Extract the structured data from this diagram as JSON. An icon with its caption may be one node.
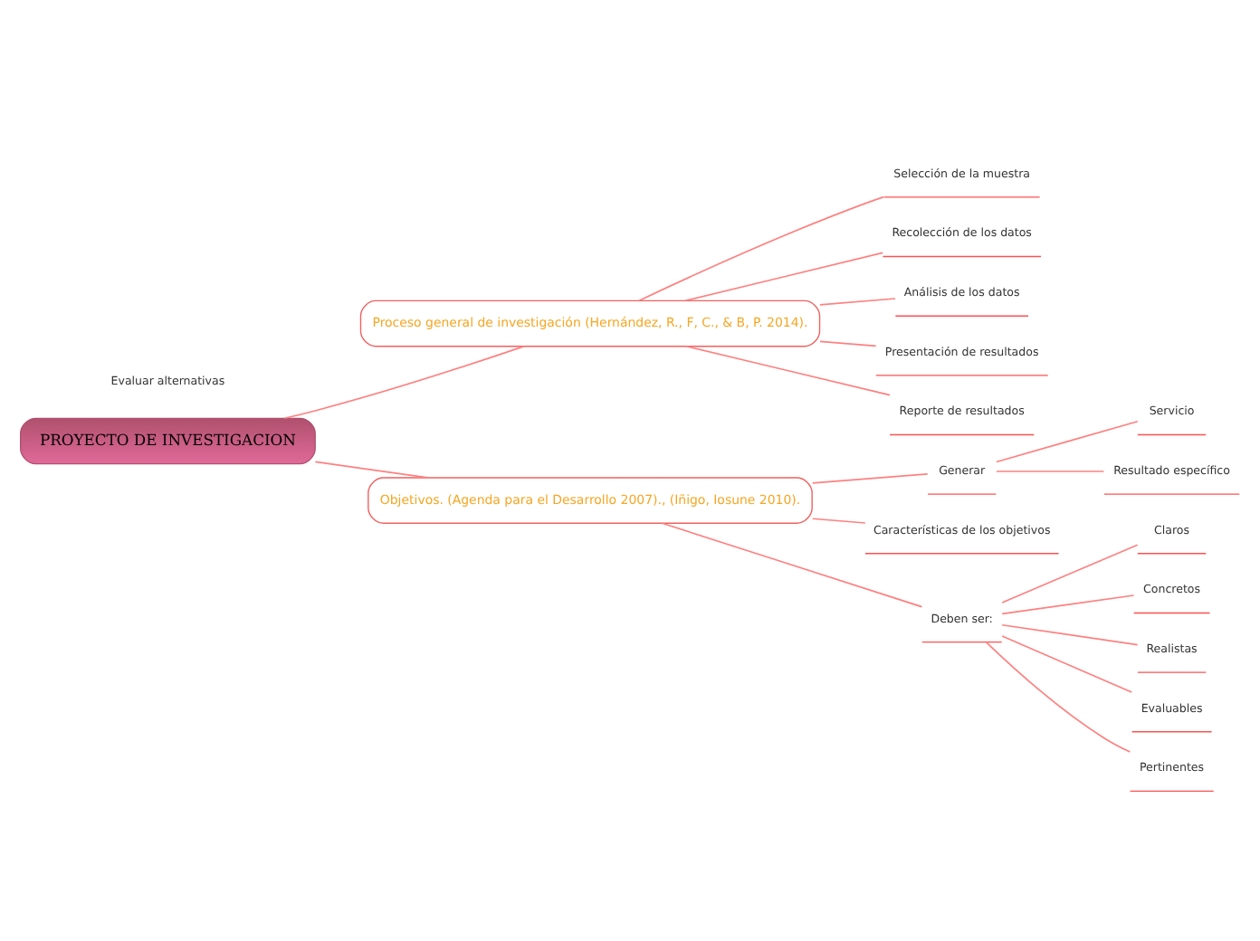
{
  "diagram": {
    "nodes": [
      {
        "text": [
          "PROYECTO DE INVESTIGACION"
        ]
      },
      {
        "text": [
          "Proceso general de investigación (Hernández, R., F, C., & B, P. 2014)."
        ]
      },
      {
        "text": [
          "Objetivos. (Agenda para el Desarrollo 2007)., (Iñigo, Iosune 2010)."
        ]
      },
      {
        "text": [
          "Selección de la muestra"
        ]
      },
      {
        "text": [
          "Recolección de los datos"
        ]
      },
      {
        "text": [
          "Análisis de los datos"
        ]
      },
      {
        "text": [
          "Presentación de resultados"
        ]
      },
      {
        "text": [
          "Reporte de resultados"
        ]
      },
      {
        "text": [
          "Generar"
        ]
      },
      {
        "text": [
          "Servicio"
        ]
      },
      {
        "text": [
          "Resultado específico"
        ]
      },
      {
        "text": [
          "Características de los objetivos"
        ]
      },
      {
        "text": [
          "Deben ser:"
        ]
      },
      {
        "text": [
          "Claros"
        ]
      },
      {
        "text": [
          "Concretos"
        ]
      },
      {
        "text": [
          "Realistas"
        ]
      },
      {
        "text": [
          "Evaluables"
        ]
      },
      {
        "text": [
          "Pertinentes"
        ]
      }
    ],
    "edges": [
      {
        "from": 0,
        "to": 1,
        "arrow": "none"
      },
      {
        "from": 0,
        "to": 2,
        "arrow": "none"
      },
      {
        "from": 1,
        "to": 3,
        "arrow": "none"
      },
      {
        "from": 1,
        "to": 4,
        "arrow": "none"
      },
      {
        "from": 1,
        "to": 5,
        "arrow": "none"
      },
      {
        "from": 1,
        "to": 6,
        "arrow": "none"
      },
      {
        "from": 1,
        "to": 7,
        "arrow": "none"
      },
      {
        "from": 2,
        "to": 8,
        "arrow": "none"
      },
      {
        "from": 2,
        "to": 11,
        "arrow": "none"
      },
      {
        "from": 2,
        "to": 12,
        "arrow": "none"
      },
      {
        "from": 8,
        "to": 9,
        "arrow": "none"
      },
      {
        "from": 8,
        "to": 10,
        "arrow": "none"
      },
      {
        "from": 12,
        "to": 13,
        "arrow": "none"
      },
      {
        "from": 12,
        "to": 14,
        "arrow": "none"
      },
      {
        "from": 12,
        "to": 15,
        "arrow": "none"
      },
      {
        "from": 12,
        "to": 16,
        "arrow": "none"
      },
      {
        "from": 12,
        "to": 17,
        "arrow": "none"
      }
    ],
    "labels": [
      "Evaluar alternativas"
    ]
  }
}
